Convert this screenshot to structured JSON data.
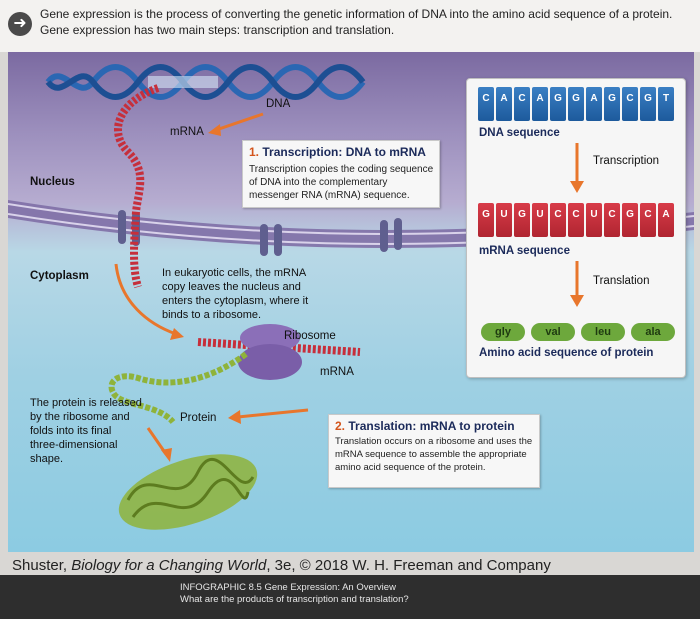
{
  "intro": "Gene expression is the process of converting the genetic information of DNA into the amino acid sequence of a protein. Gene expression has two main steps: transcription and translation.",
  "labels": {
    "dna": "DNA",
    "mrna_top": "mRNA",
    "nucleus": "Nucleus",
    "cytoplasm": "Cytoplasm",
    "ribosome": "Ribosome",
    "mrna_bottom": "mRNA",
    "protein": "Protein",
    "eukaryotic_note": "In eukaryotic cells, the mRNA copy leaves the nucleus and enters the cytoplasm, where it binds to a ribosome.",
    "protein_note": "The protein is released by the ribosome and folds into its final three-dimensional shape."
  },
  "step1": {
    "number": "1.",
    "title": "Transcription: DNA to mRNA",
    "desc": "Transcription copies the coding sequence of DNA into the complementary messenger RNA (mRNA) sequence."
  },
  "step2": {
    "number": "2.",
    "title": "Translation: mRNA to protein",
    "desc": "Translation occurs on a ribosome and uses the mRNA sequence to assemble the appropriate amino acid sequence of the protein."
  },
  "sidebar": {
    "dna_sequence": [
      "C",
      "A",
      "C",
      "A",
      "G",
      "G",
      "A",
      "G",
      "C",
      "G",
      "T"
    ],
    "dna_label": "DNA sequence",
    "transcription": "Transcription",
    "mrna_sequence": [
      "G",
      "U",
      "G",
      "U",
      "C",
      "C",
      "U",
      "C",
      "G",
      "C",
      "A"
    ],
    "mrna_label": "mRNA sequence",
    "translation": "Translation",
    "amino_acids": [
      "gly",
      "val",
      "leu",
      "ala"
    ],
    "amino_label": "Amino acid sequence of protein"
  },
  "credit": "Shuster, Biology for a Changing World, 3e, © 2018 W. H. Freeman and Company",
  "credit_parts": {
    "before": "Shuster, ",
    "title": "Biology for a Changing World",
    "after": ", 3e, © 2018 W. H. Freeman and Company"
  },
  "footer": {
    "line1": "INFOGRAPHIC 8.5 Gene Expression: An Overview",
    "line2": "What are the products of transcription and translation?"
  },
  "colors": {
    "accent_orange": "#e8762c",
    "dna_blue": "#1d5a9c",
    "mrna_red": "#c62f3b",
    "amino_green": "#6da83c"
  }
}
